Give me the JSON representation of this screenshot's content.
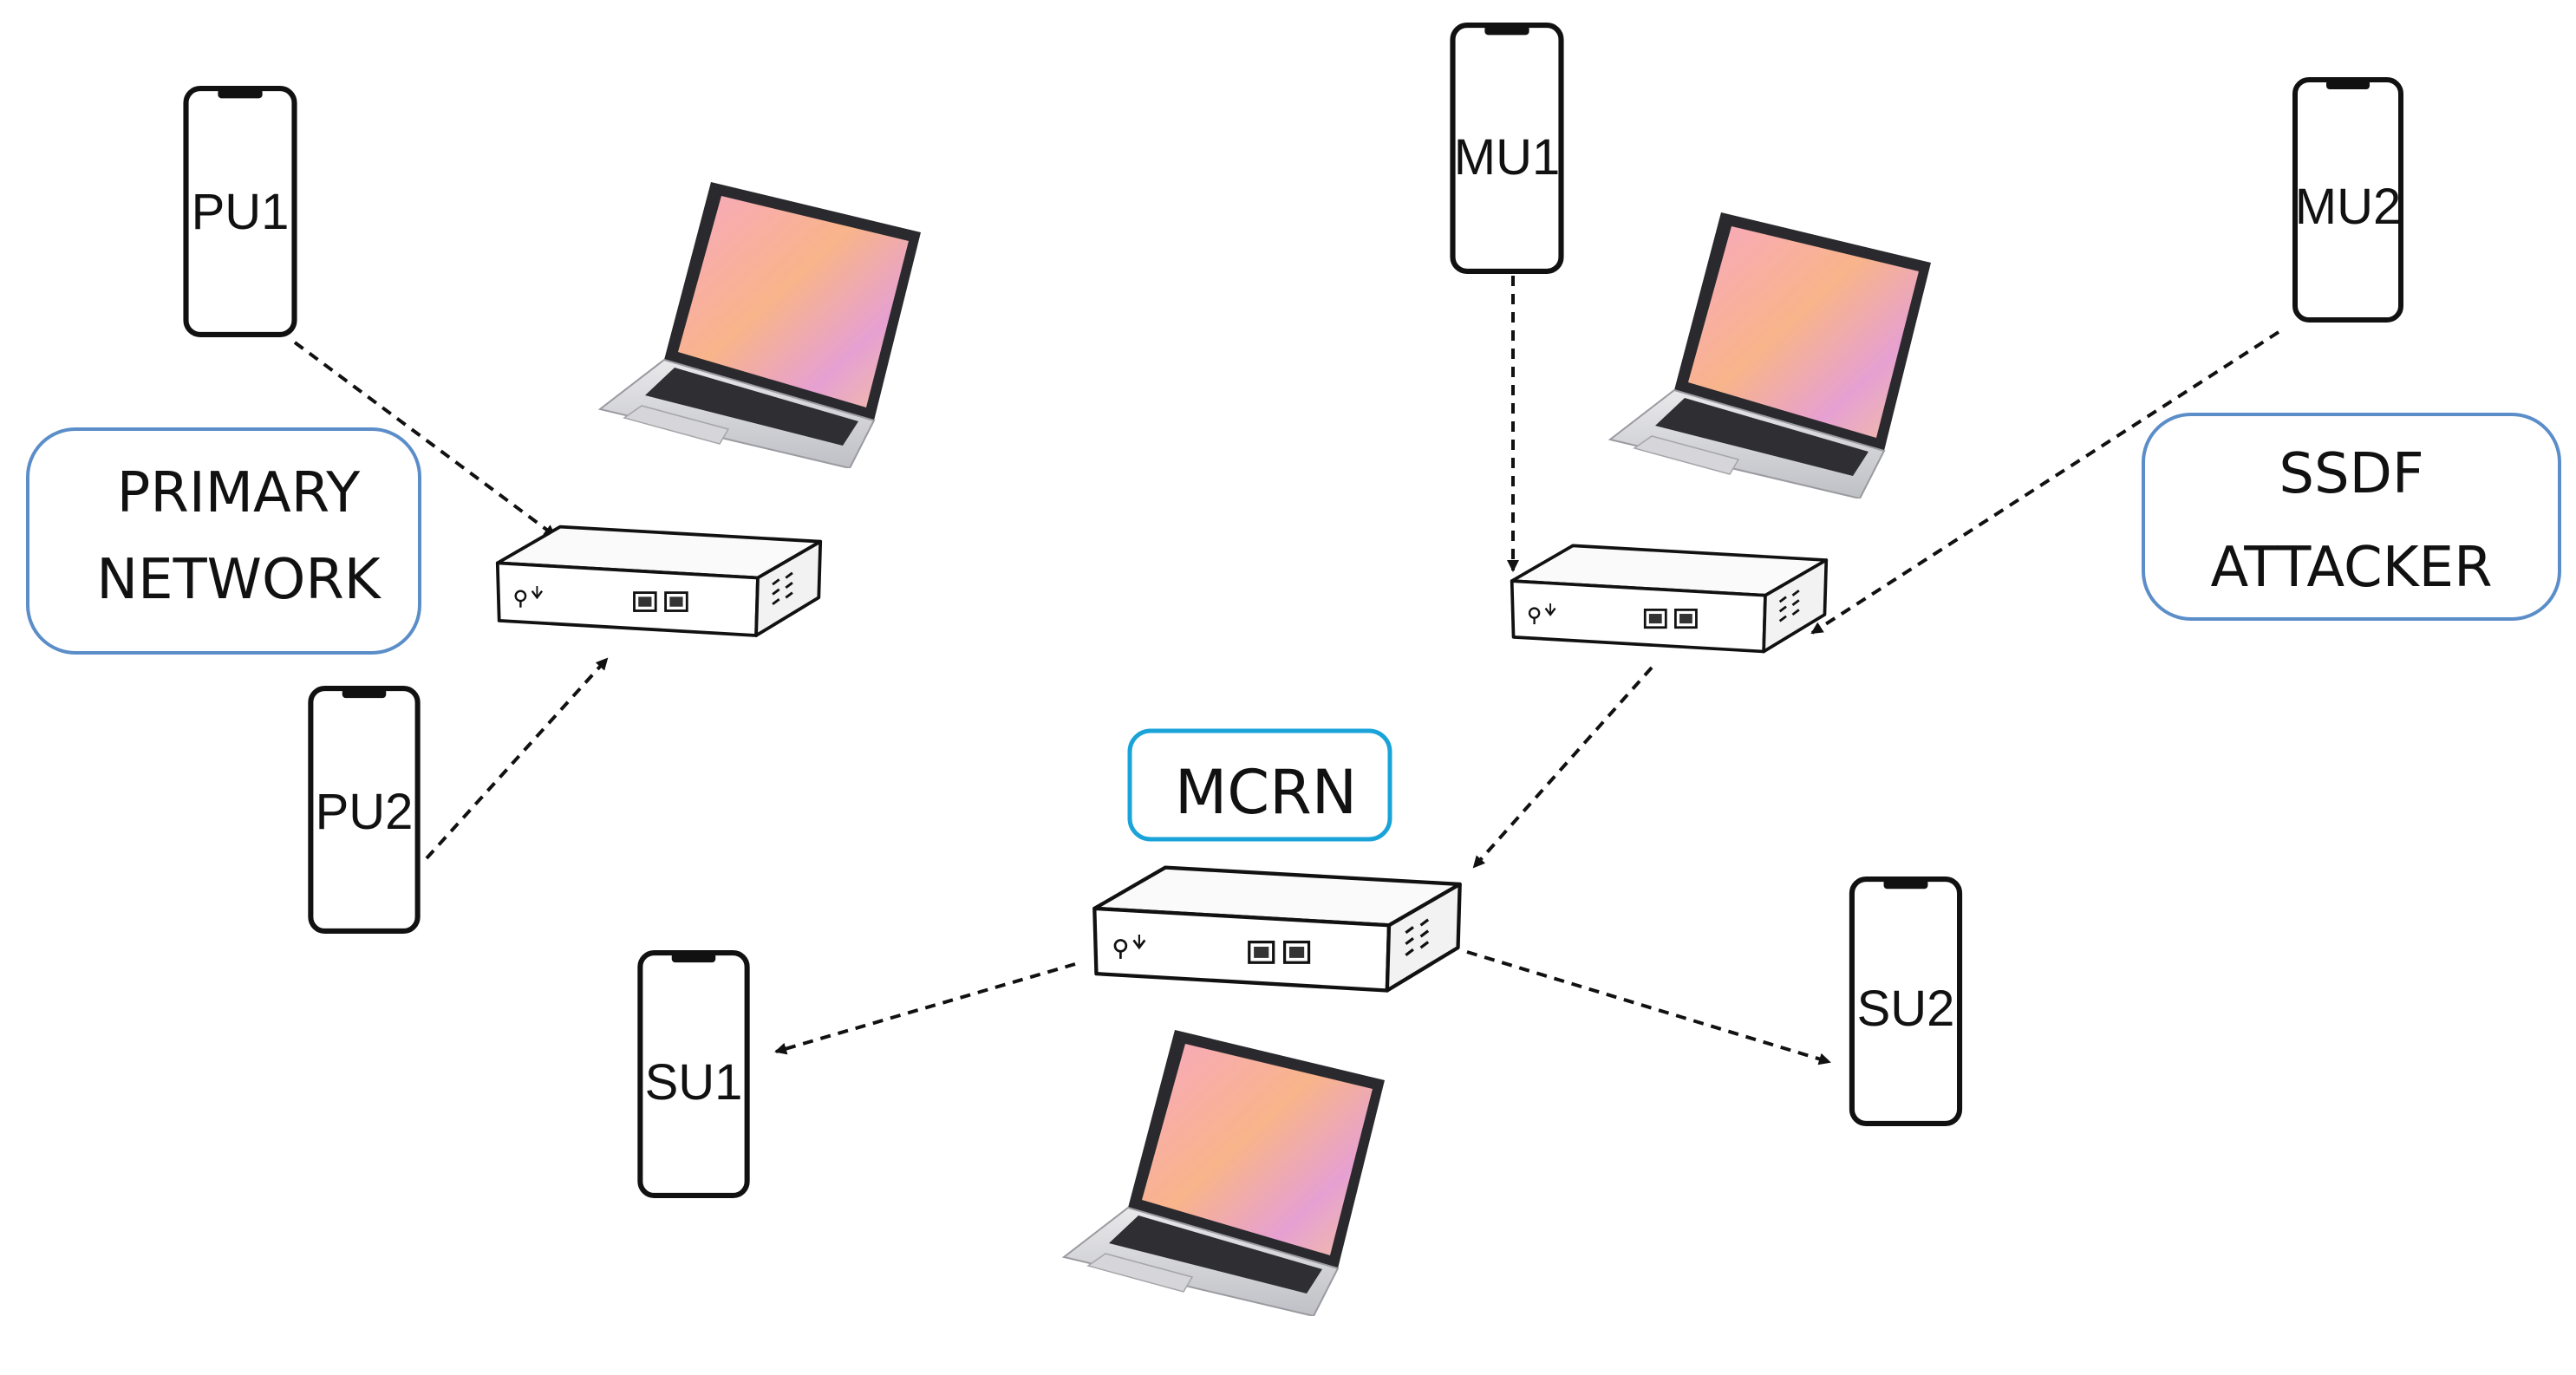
{
  "labels": {
    "primary_network_line1": "PRIMARY",
    "primary_network_line2": "NETWORK",
    "ssdf_line1": "SSDF",
    "ssdf_line2": "ATTACKER",
    "mcrn": "MCRN"
  },
  "phones": {
    "pu1": "PU1",
    "pu2": "PU2",
    "mu1": "MU1",
    "mu2": "MU2",
    "su1": "SU1",
    "su2": "SU2"
  },
  "colors": {
    "label_border_primary": "#5b8ec9",
    "label_border_ssdf": "#5b8ec9",
    "label_border_mcrn": "#1aa3d9",
    "laptop_screen_a": "#f4a3b5",
    "laptop_screen_b": "#f6b189",
    "laptop_screen_c": "#d89ad6"
  },
  "icons": {
    "phone": "smartphone-icon",
    "laptop": "laptop-icon",
    "base_station": "router-box-icon"
  }
}
